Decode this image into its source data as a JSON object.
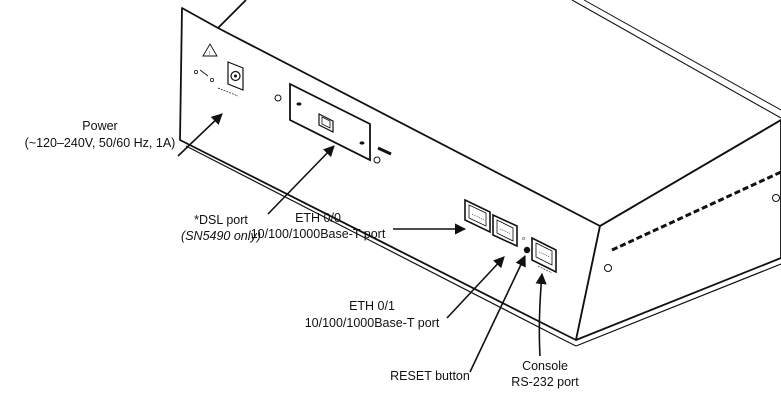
{
  "diagram": {
    "labels": {
      "power": {
        "line1": "Power",
        "line2": "(~120–240V, 50/60 Hz, 1A)"
      },
      "dsl": {
        "line1": "*DSL port",
        "line2": "(SN5490 only)"
      },
      "eth0": {
        "line1": "ETH 0/0",
        "line2": "10/100/1000Base-T port"
      },
      "eth1": {
        "line1": "ETH 0/1",
        "line2": "10/100/1000Base-T port"
      },
      "reset": {
        "line1": "RESET button"
      },
      "console": {
        "line1": "Console",
        "line2": "RS-232 port"
      }
    }
  }
}
